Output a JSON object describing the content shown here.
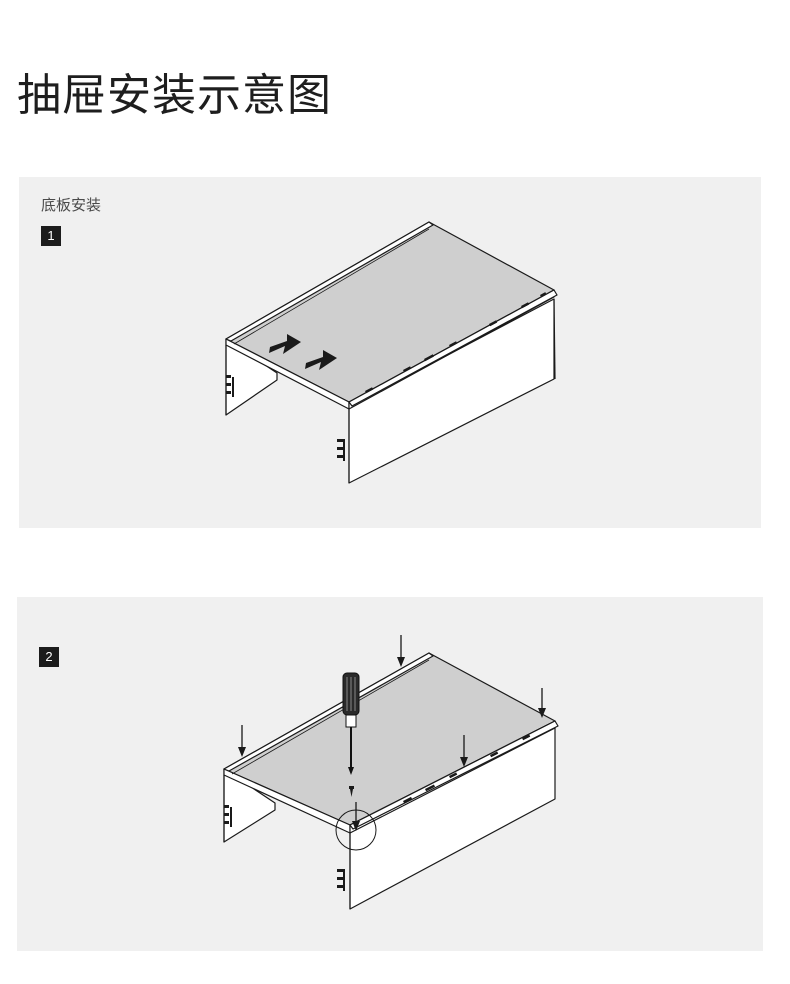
{
  "page": {
    "title": "抽屉安装示意图"
  },
  "steps": [
    {
      "heading": "底板安装",
      "number": "1"
    },
    {
      "heading": "",
      "number": "2"
    }
  ]
}
